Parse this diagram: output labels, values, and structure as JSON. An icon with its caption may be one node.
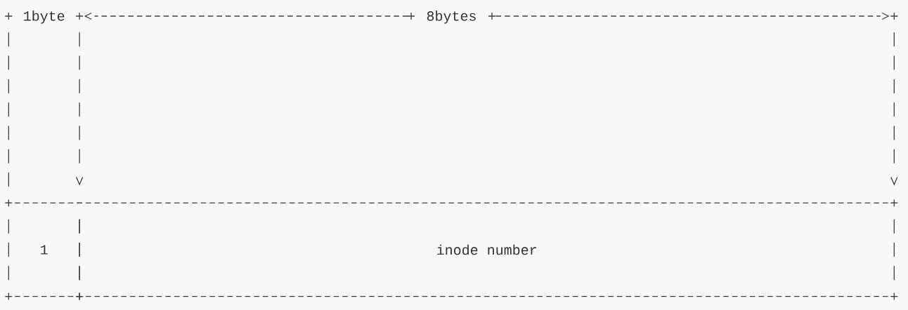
{
  "diagram": {
    "nodes": [
      {
        "text": [
          "1"
        ]
      },
      {
        "text": [
          "inode number"
        ]
      }
    ],
    "labels": [
      "1byte",
      "8bytes"
    ]
  }
}
